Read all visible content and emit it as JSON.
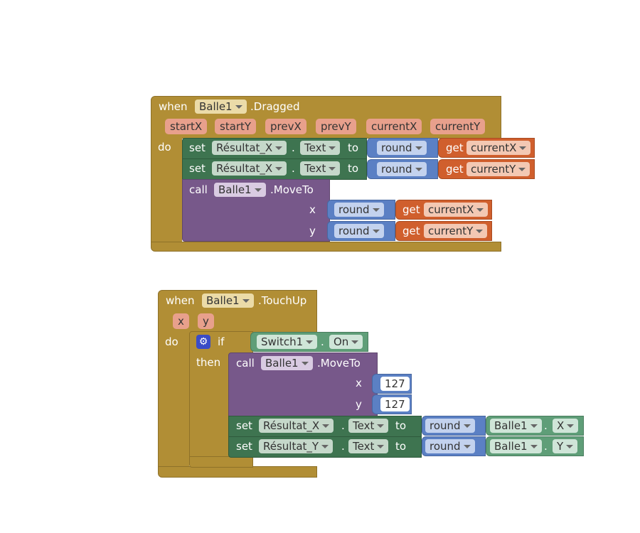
{
  "block1": {
    "when": "when",
    "component": "Balle1",
    "event": ".Dragged",
    "params": [
      "startX",
      "startY",
      "prevX",
      "prevY",
      "currentX",
      "currentY"
    ],
    "do": "do",
    "set_rows": [
      {
        "set": "set",
        "component": "Résultat_X",
        "dot": ".",
        "property": "Text",
        "to": "to",
        "func": "round",
        "get": "get",
        "var": "currentX"
      },
      {
        "set": "set",
        "component": "Résultat_X",
        "dot": ".",
        "property": "Text",
        "to": "to",
        "func": "round",
        "get": "get",
        "var": "currentY"
      }
    ],
    "call": {
      "call": "call",
      "component": "Balle1",
      "method": ".MoveTo",
      "args": [
        {
          "label": "x",
          "func": "round",
          "get": "get",
          "var": "currentX"
        },
        {
          "label": "y",
          "func": "round",
          "get": "get",
          "var": "currentY"
        }
      ]
    }
  },
  "block2": {
    "when": "when",
    "component": "Balle1",
    "event": ".TouchUp",
    "params": [
      "x",
      "y"
    ],
    "do": "do",
    "if": {
      "gear_icon": "gear-icon",
      "if": "if",
      "cond_component": "Switch1",
      "dot": ".",
      "cond_property": "On",
      "then": "then"
    },
    "call": {
      "call": "call",
      "component": "Balle1",
      "method": ".MoveTo",
      "args": [
        {
          "label": "x",
          "value": "127"
        },
        {
          "label": "y",
          "value": "127"
        }
      ]
    },
    "set_rows": [
      {
        "set": "set",
        "component": "Résultat_X",
        "dot": ".",
        "property": "Text",
        "to": "to",
        "func": "round",
        "src_component": "Balle1",
        "src_dot": ".",
        "src_property": "X"
      },
      {
        "set": "set",
        "component": "Résultat_Y",
        "dot": ".",
        "property": "Text",
        "to": "to",
        "func": "round",
        "src_component": "Balle1",
        "src_dot": ".",
        "src_property": "Y"
      }
    ]
  },
  "colors": {
    "event": "#b18e35",
    "procedure": "#77588a",
    "setter": "#3e7450",
    "component": "#5f9e78",
    "math": "#5b80c4",
    "variable": "#d05f2d",
    "param": "#e8a08c"
  }
}
